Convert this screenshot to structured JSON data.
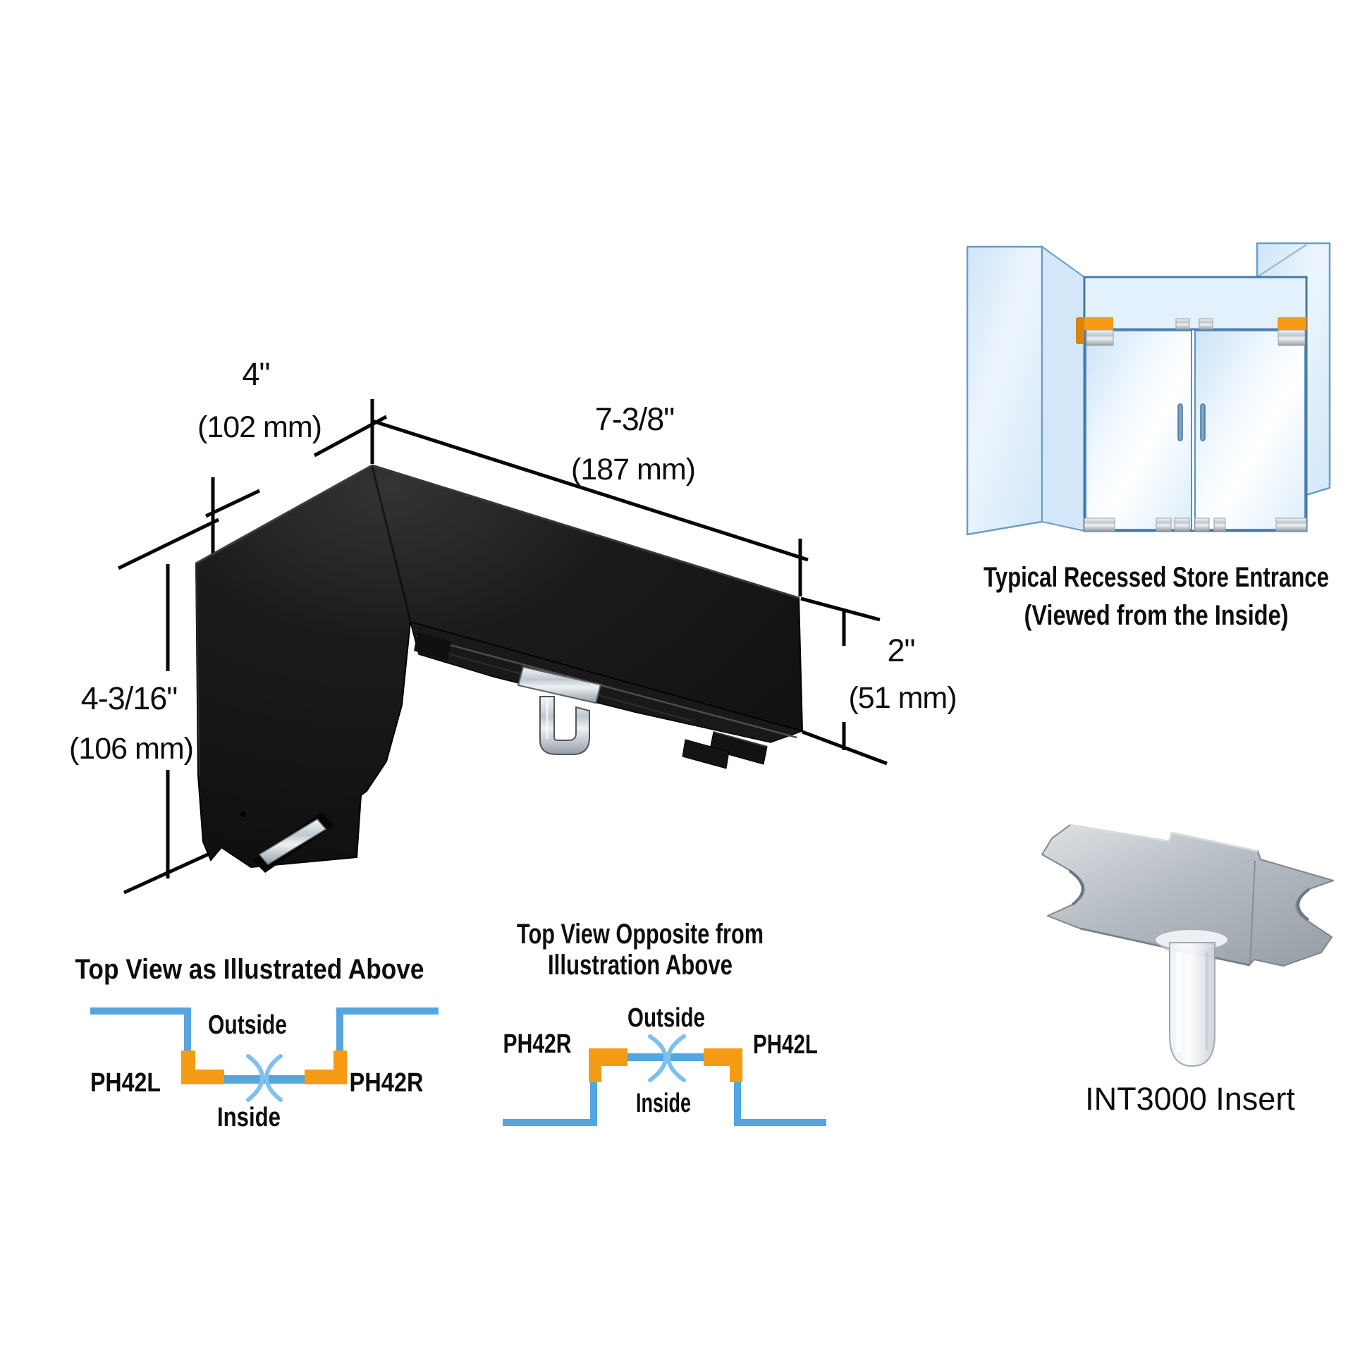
{
  "colors": {
    "accent_orange": "#F59B15",
    "orange_dark": "#D8860A",
    "glass_blue_line": "#55A5E0",
    "glass_outline": "#4A7FAE",
    "fitting_black": "#141414",
    "chrome_silver": "#C9D0D6",
    "text_black": "#0D0D0D"
  },
  "main_fitting": {
    "dim_top_width_in": "4\"",
    "dim_top_width_mm": "(102 mm)",
    "dim_arm_length_in": "7-3/8\"",
    "dim_arm_length_mm": "(187 mm)",
    "dim_leg_height_in": "4-3/16\"",
    "dim_leg_height_mm": "(106 mm)",
    "dim_arm_height_in": "2\"",
    "dim_arm_height_mm": "(51 mm)"
  },
  "store_entrance": {
    "caption_line1": "Typical Recessed Store Entrance",
    "caption_line2": "(Viewed from the Inside)"
  },
  "insert_detail": {
    "label": "INT3000 Insert"
  },
  "top_view_as_illustrated": {
    "title": "Top View as Illustrated Above",
    "outside": "Outside",
    "inside": "Inside",
    "left_part": "PH42L",
    "right_part": "PH42R"
  },
  "top_view_opposite": {
    "title_line1": "Top View Opposite from",
    "title_line2": "Illustration Above",
    "outside": "Outside",
    "inside": "Inside",
    "left_part": "PH42R",
    "right_part": "PH42L"
  }
}
